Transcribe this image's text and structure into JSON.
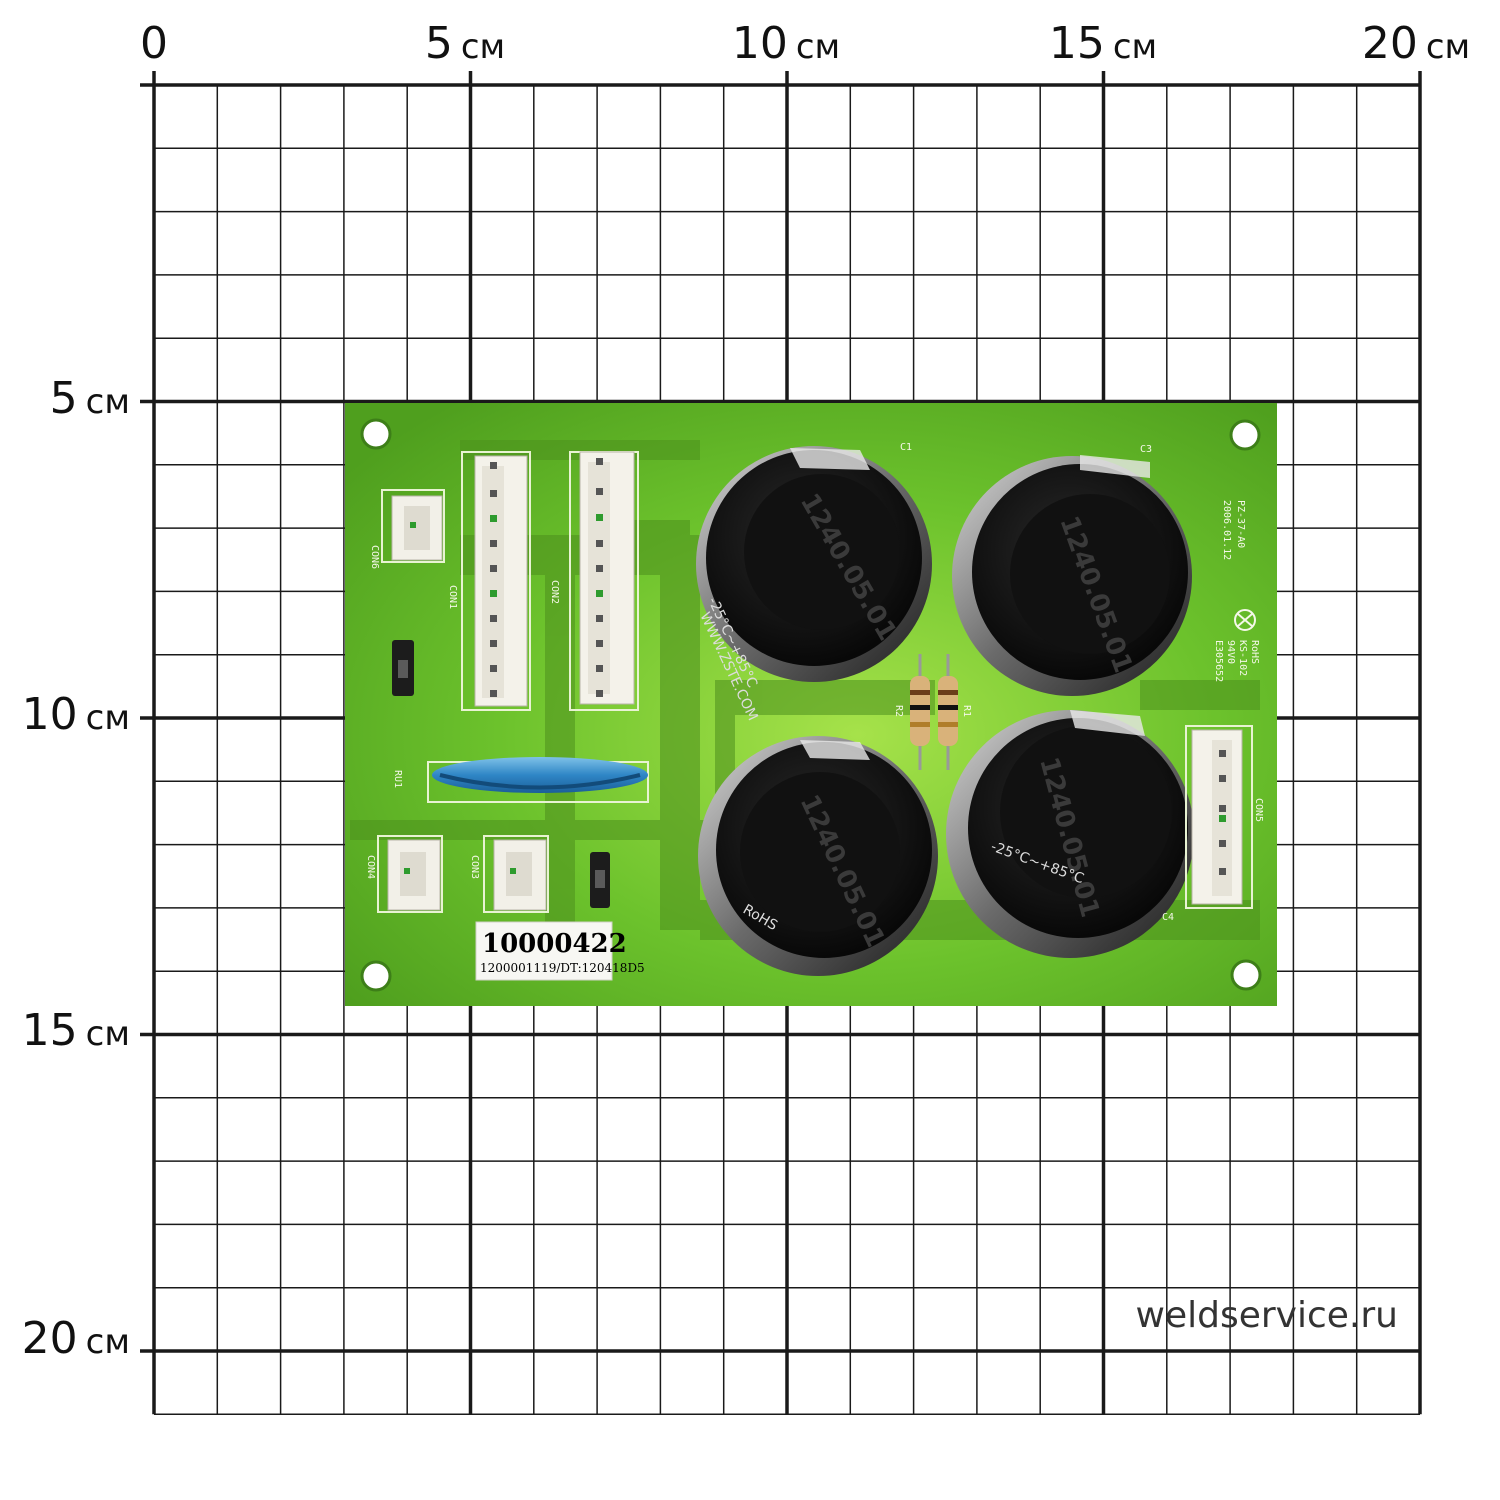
{
  "ruler": {
    "top": [
      {
        "num": "0",
        "unit": ""
      },
      {
        "num": "5",
        "unit": "см"
      },
      {
        "num": "10",
        "unit": "см"
      },
      {
        "num": "15",
        "unit": "см"
      },
      {
        "num": "20",
        "unit": "см"
      }
    ],
    "left": [
      {
        "num": "5",
        "unit": "см"
      },
      {
        "num": "10",
        "unit": "см"
      },
      {
        "num": "15",
        "unit": "см"
      },
      {
        "num": "20",
        "unit": "см"
      }
    ]
  },
  "board": {
    "connectors": {
      "con1": "CON1",
      "con2": "CON2",
      "con3": "CON3",
      "con4": "CON4",
      "con5": "CON5",
      "con6": "CON6"
    },
    "varistor": "RU1",
    "resistors": {
      "r1": "R1",
      "r2": "R2"
    },
    "capacitor_refs": {
      "c1": "C1",
      "c3": "C3",
      "c4": "C4"
    },
    "silkscreen": {
      "model": "PZ-37-A0",
      "date": "2006.01.12",
      "rohs": "RoHS",
      "maker": "KS-102",
      "cert1": "94V0",
      "cert2": "E305652"
    },
    "capacitor_print": {
      "lot": "1240.05.01",
      "temp": "-25°C~+85°C",
      "site": "WWW.ZSTE.COM",
      "rohs": "RoHS"
    },
    "sticker": {
      "code": "10000422",
      "detail": "1200001119/DT:120418D5"
    }
  },
  "watermark": "weldservice.ru",
  "colors": {
    "pcb": "#59b124",
    "pcb_light": "#8fd23a",
    "grid": "#1a1a1a"
  }
}
